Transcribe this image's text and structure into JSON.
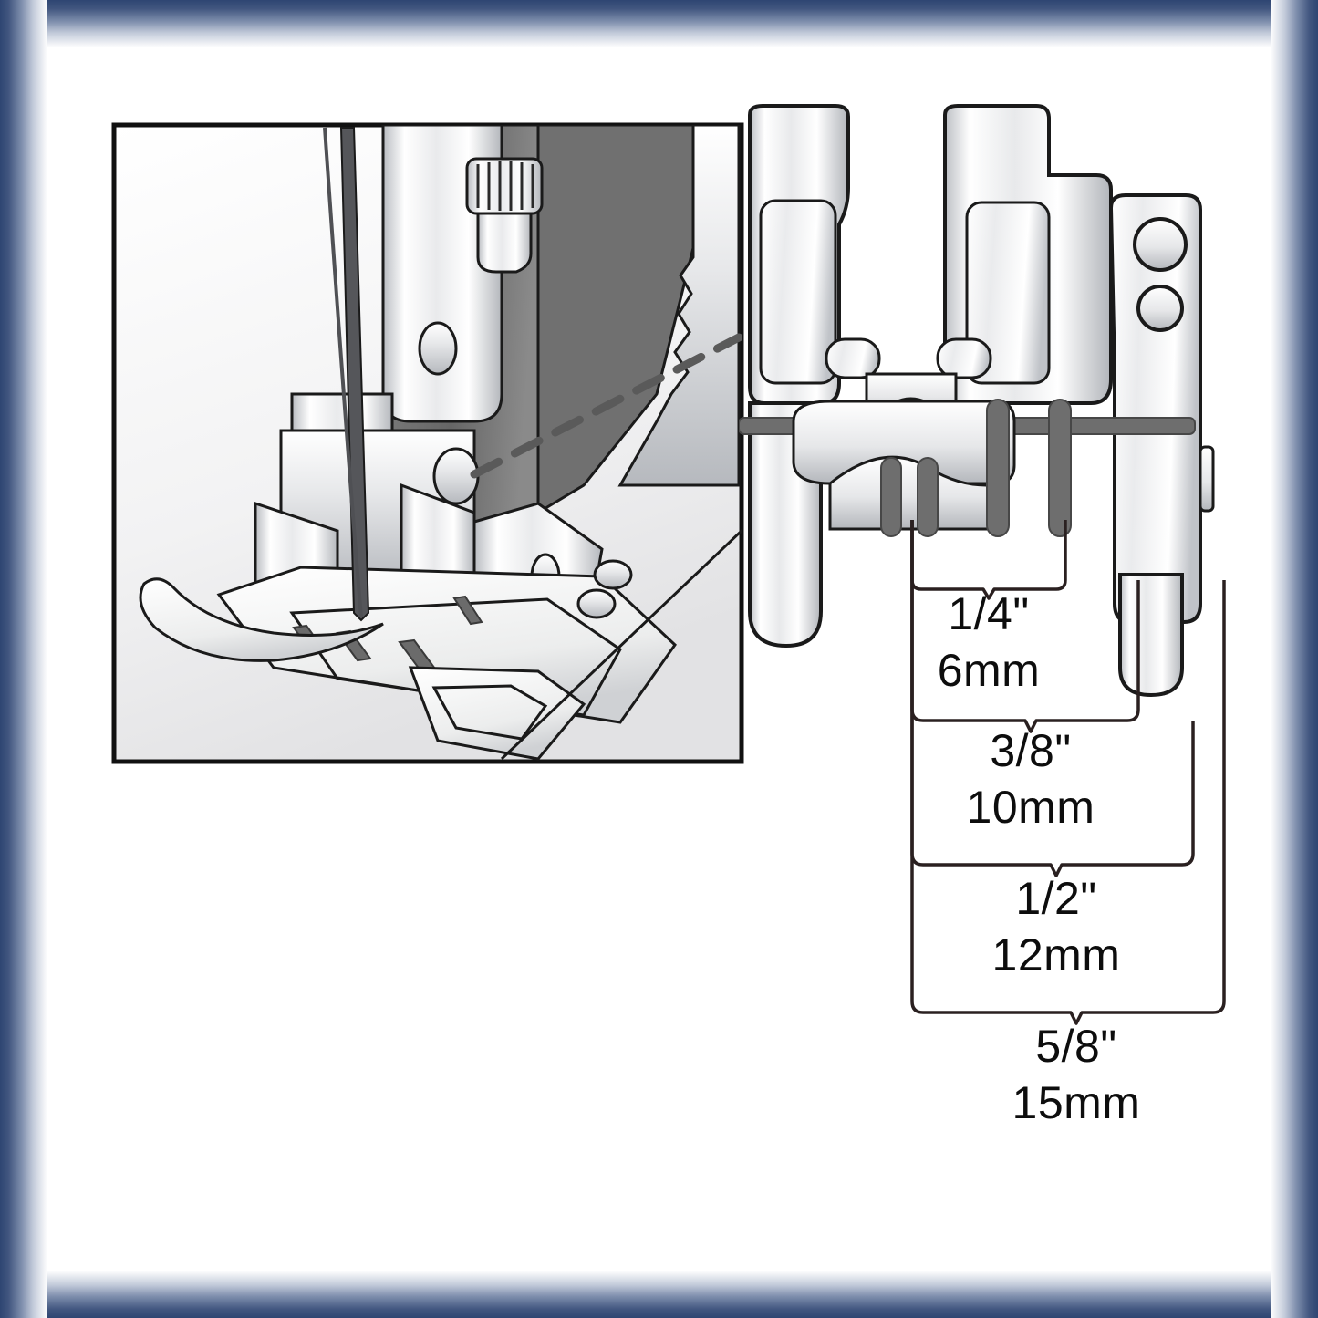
{
  "illustration": {
    "subject": "sewing-machine-presser-foot-with-adjustable-seam-guide",
    "frame": {
      "border_color": "#2e4572",
      "background_color": "#ffffff"
    },
    "panels": [
      {
        "name": "detail-view",
        "description": "Close-up angled view of presser foot mounted on machine shank with needle, thread and stitch guide line"
      },
      {
        "name": "bottom-view",
        "description": "Front/underside view of the quarter-inch piecing foot showing seam guide bars"
      }
    ],
    "detail_view": {
      "needle_label": "needle",
      "thread_label": "thread",
      "stitch_line_label": "stitching-guide-line",
      "thumbscrew_label": "thumbscrew",
      "shank_label": "presser-bar-shank",
      "guide_arm_label": "edge-guide-arm"
    },
    "bottom_view": {
      "left_toe_label": "left-toe",
      "right_toe_label": "right-toe",
      "needle_slot_label": "needle-slot",
      "mounting_holes": 2,
      "guide_bars": 4
    },
    "measurements": {
      "title": "Seam allowance guide markings",
      "items": [
        {
          "id": "quarter",
          "imperial": "1/4\"",
          "metric": "6mm",
          "order": 1
        },
        {
          "id": "three-eight",
          "imperial": "3/8\"",
          "metric": "10mm",
          "order": 2
        },
        {
          "id": "half",
          "imperial": "1/2\"",
          "metric": "12mm",
          "order": 3
        },
        {
          "id": "five-eight",
          "imperial": "5/8\"",
          "metric": "15mm",
          "order": 4
        }
      ]
    },
    "colors": {
      "line": "#1a1a1a",
      "metal_light": "#ffffff",
      "metal_mid": "#d8dade",
      "metal_dark": "#a8abb0",
      "shadow_gray": "#6b6b6b",
      "guide_bar": "#6e6e6e",
      "text": "#0d0d0d"
    }
  }
}
